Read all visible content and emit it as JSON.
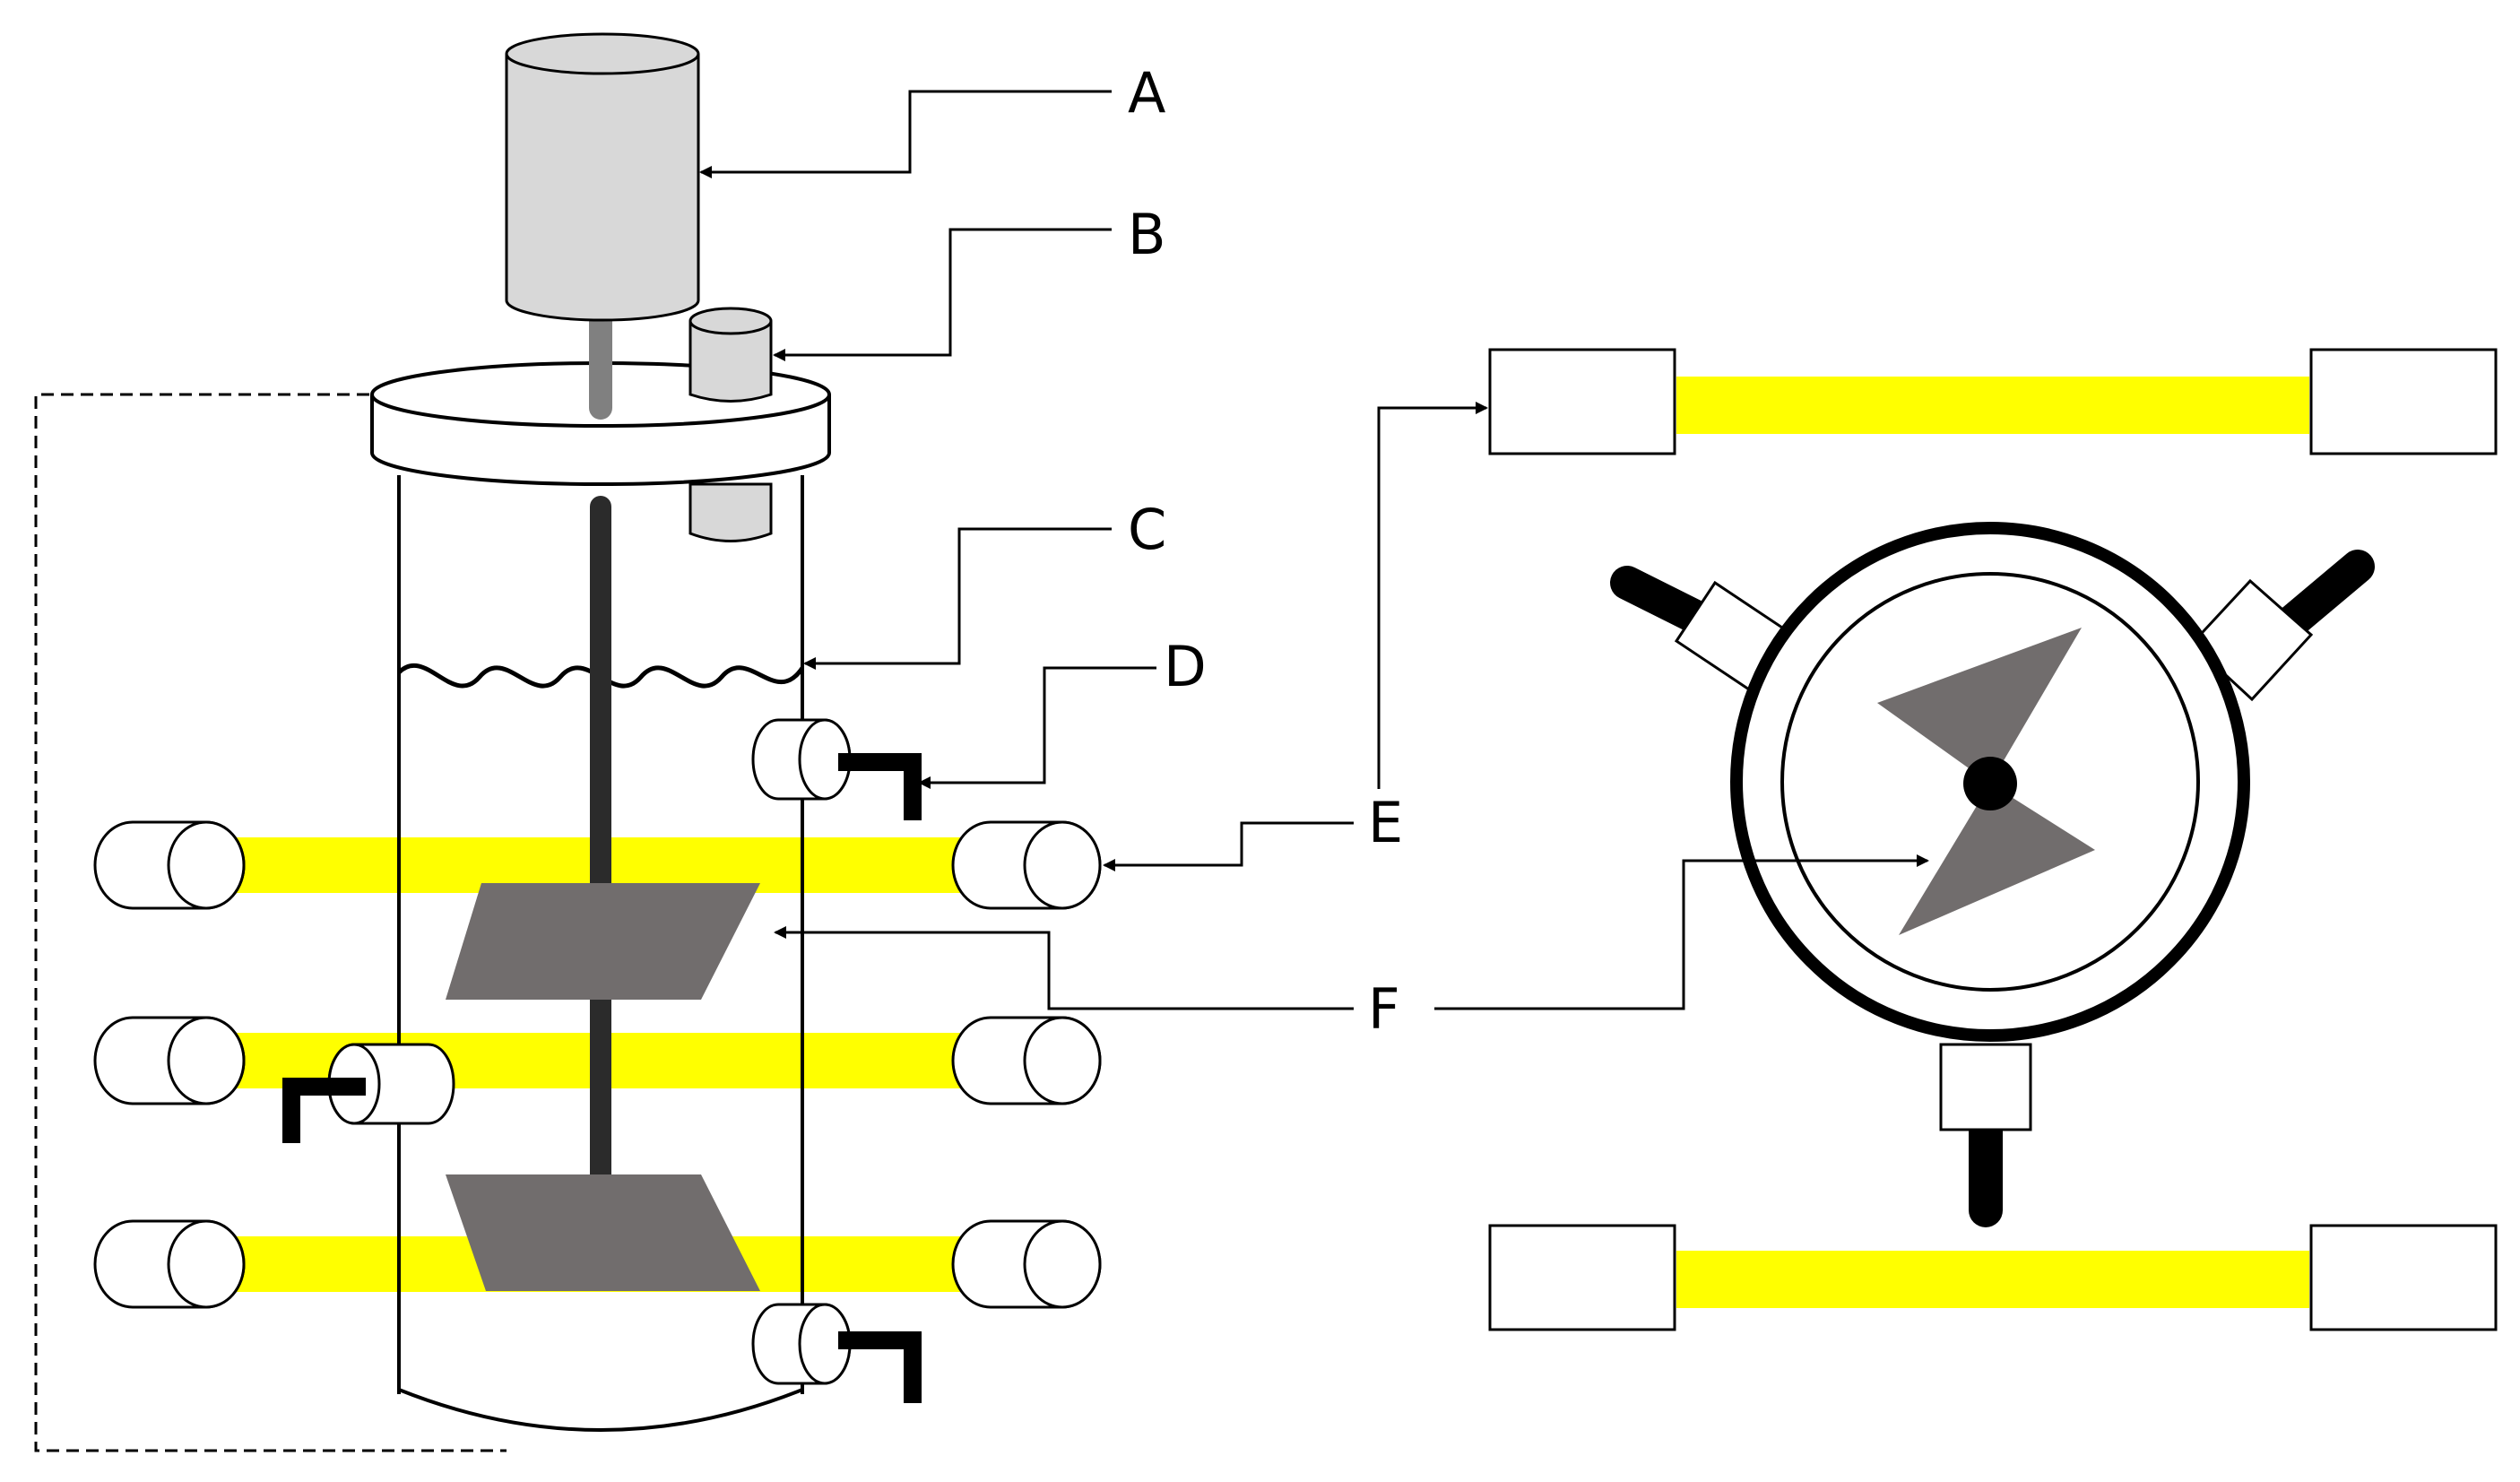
{
  "labels": {
    "A": "A",
    "B": "B",
    "C": "C",
    "D": "D",
    "E": "E",
    "F": "F"
  },
  "colors": {
    "lamp": "#ffff00",
    "impeller": "#716d6d",
    "motor": "#d8d8d8",
    "shaft": "#2b2b2b",
    "outline": "#000000"
  }
}
